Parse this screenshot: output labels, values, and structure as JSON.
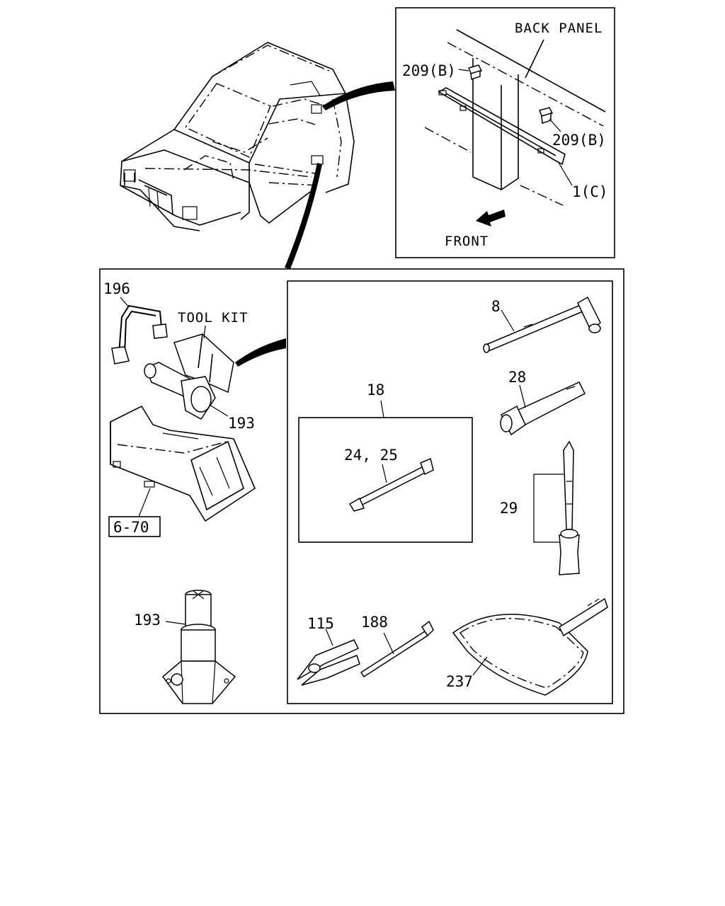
{
  "callouts": {
    "back_panel": "BACK PANEL",
    "bolt_upper": "209(B)",
    "bolt_lower": "209(B)",
    "bracket": "1(C)",
    "front": "FRONT",
    "strap": "196",
    "tool_kit": "TOOL KIT",
    "jack_upper": "193",
    "ref_box": "6-70",
    "jack_lower": "193",
    "wheel_wrench": "8",
    "tool_set": "18",
    "spanner": "24, 25",
    "box_wrench": "28",
    "screwdriver": "29",
    "pliers": "115",
    "bar": "188",
    "bag": "237"
  }
}
